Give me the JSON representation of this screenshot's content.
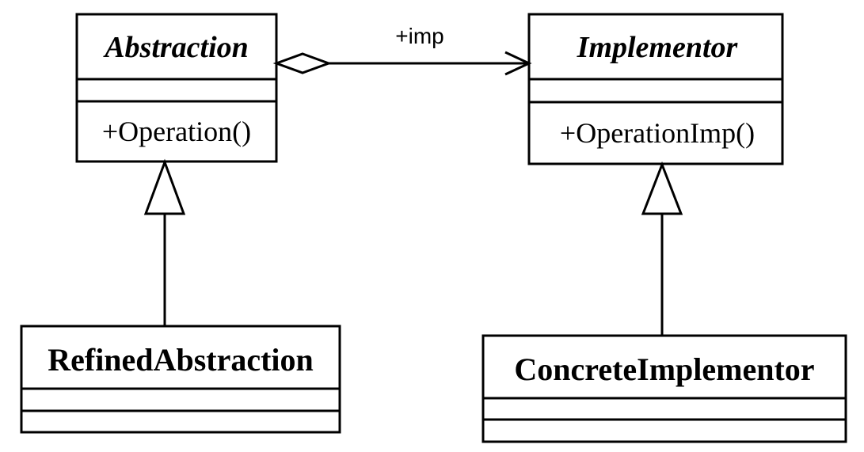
{
  "classes": {
    "abstraction": {
      "name": "Abstraction",
      "operation": "+Operation()"
    },
    "implementor": {
      "name": "Implementor",
      "operation": "+OperationImp()"
    },
    "refined_abstraction": {
      "name": "RefinedAbstraction"
    },
    "concrete_implementor": {
      "name": "ConcreteImplementor"
    }
  },
  "relations": {
    "aggregation_role": "+imp"
  }
}
